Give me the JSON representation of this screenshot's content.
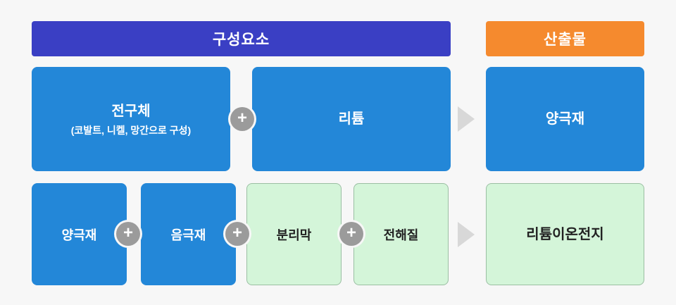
{
  "headers": {
    "components": "구성요소",
    "output": "산출물"
  },
  "colors": {
    "components_banner": "#3a3fc4",
    "output_banner": "#f58a2e",
    "blue_box": "#2387d8",
    "green_box": "#d4f5d9",
    "plus_badge": "#9b9b9b",
    "arrow": "#d8d8d8",
    "background": "#f7f7f7"
  },
  "row1": {
    "precursor": {
      "title": "전구체",
      "subtitle": "(코발트, 니켈, 망간으로 구성)"
    },
    "lithium": {
      "title": "리튬"
    },
    "plus": "+",
    "arrow": "arrow-right",
    "output": {
      "title": "양극재"
    }
  },
  "row2": {
    "items": [
      {
        "title": "양극재",
        "style": "blue"
      },
      {
        "title": "음극재",
        "style": "blue"
      },
      {
        "title": "분리막",
        "style": "green"
      },
      {
        "title": "전해질",
        "style": "green"
      }
    ],
    "plus": "+",
    "arrow": "arrow-right",
    "output": {
      "title": "리튬이온전지"
    }
  }
}
